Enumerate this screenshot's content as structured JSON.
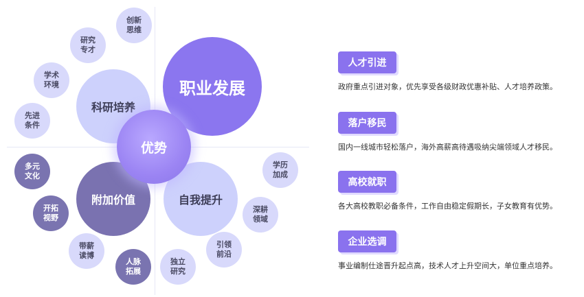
{
  "center": {
    "label": "优势"
  },
  "main": {
    "career": "职业发展",
    "research": "科研培养",
    "added_value": "附加价值",
    "self_growth": "自我提升"
  },
  "small": {
    "innovate": [
      "创新",
      "思维"
    ],
    "research_focus": [
      "研究",
      "专才"
    ],
    "academic": [
      "学术",
      "环境"
    ],
    "advanced": [
      "先进",
      "条件"
    ],
    "diverse": [
      "多元",
      "文化"
    ],
    "horizon": [
      "开拓",
      "视野"
    ],
    "paid_phd": [
      "带薪",
      "读博"
    ],
    "network": [
      "人脉",
      "拓展"
    ],
    "independent": [
      "独立",
      "研究"
    ],
    "lead": [
      "引领",
      "前沿"
    ],
    "deep": [
      "深耕",
      "领域"
    ],
    "degree": [
      "学历",
      "加成"
    ]
  },
  "benefits": [
    {
      "title": "人才引进",
      "desc": "政府重点引进对象，优先享受各级财政优惠补贴、人才培养政策。"
    },
    {
      "title": "落户移民",
      "desc": "国内一线城市轻松落户，海外高薪高待遇吸纳尖端领域人才移民。"
    },
    {
      "title": "高校就职",
      "desc": "各大高校教职必备条件，工作自由稳定假期长，子女教育有优势。"
    },
    {
      "title": "企业选调",
      "desc": "事业编制仕途晋升起点高，技术人才上升空间大，单位重点培养。"
    }
  ],
  "colors": {
    "accent": "#8a72ee",
    "career": "#8b76ef",
    "light_bubble": "#d8d9fb",
    "dark_bubble": "#7a74b0"
  }
}
